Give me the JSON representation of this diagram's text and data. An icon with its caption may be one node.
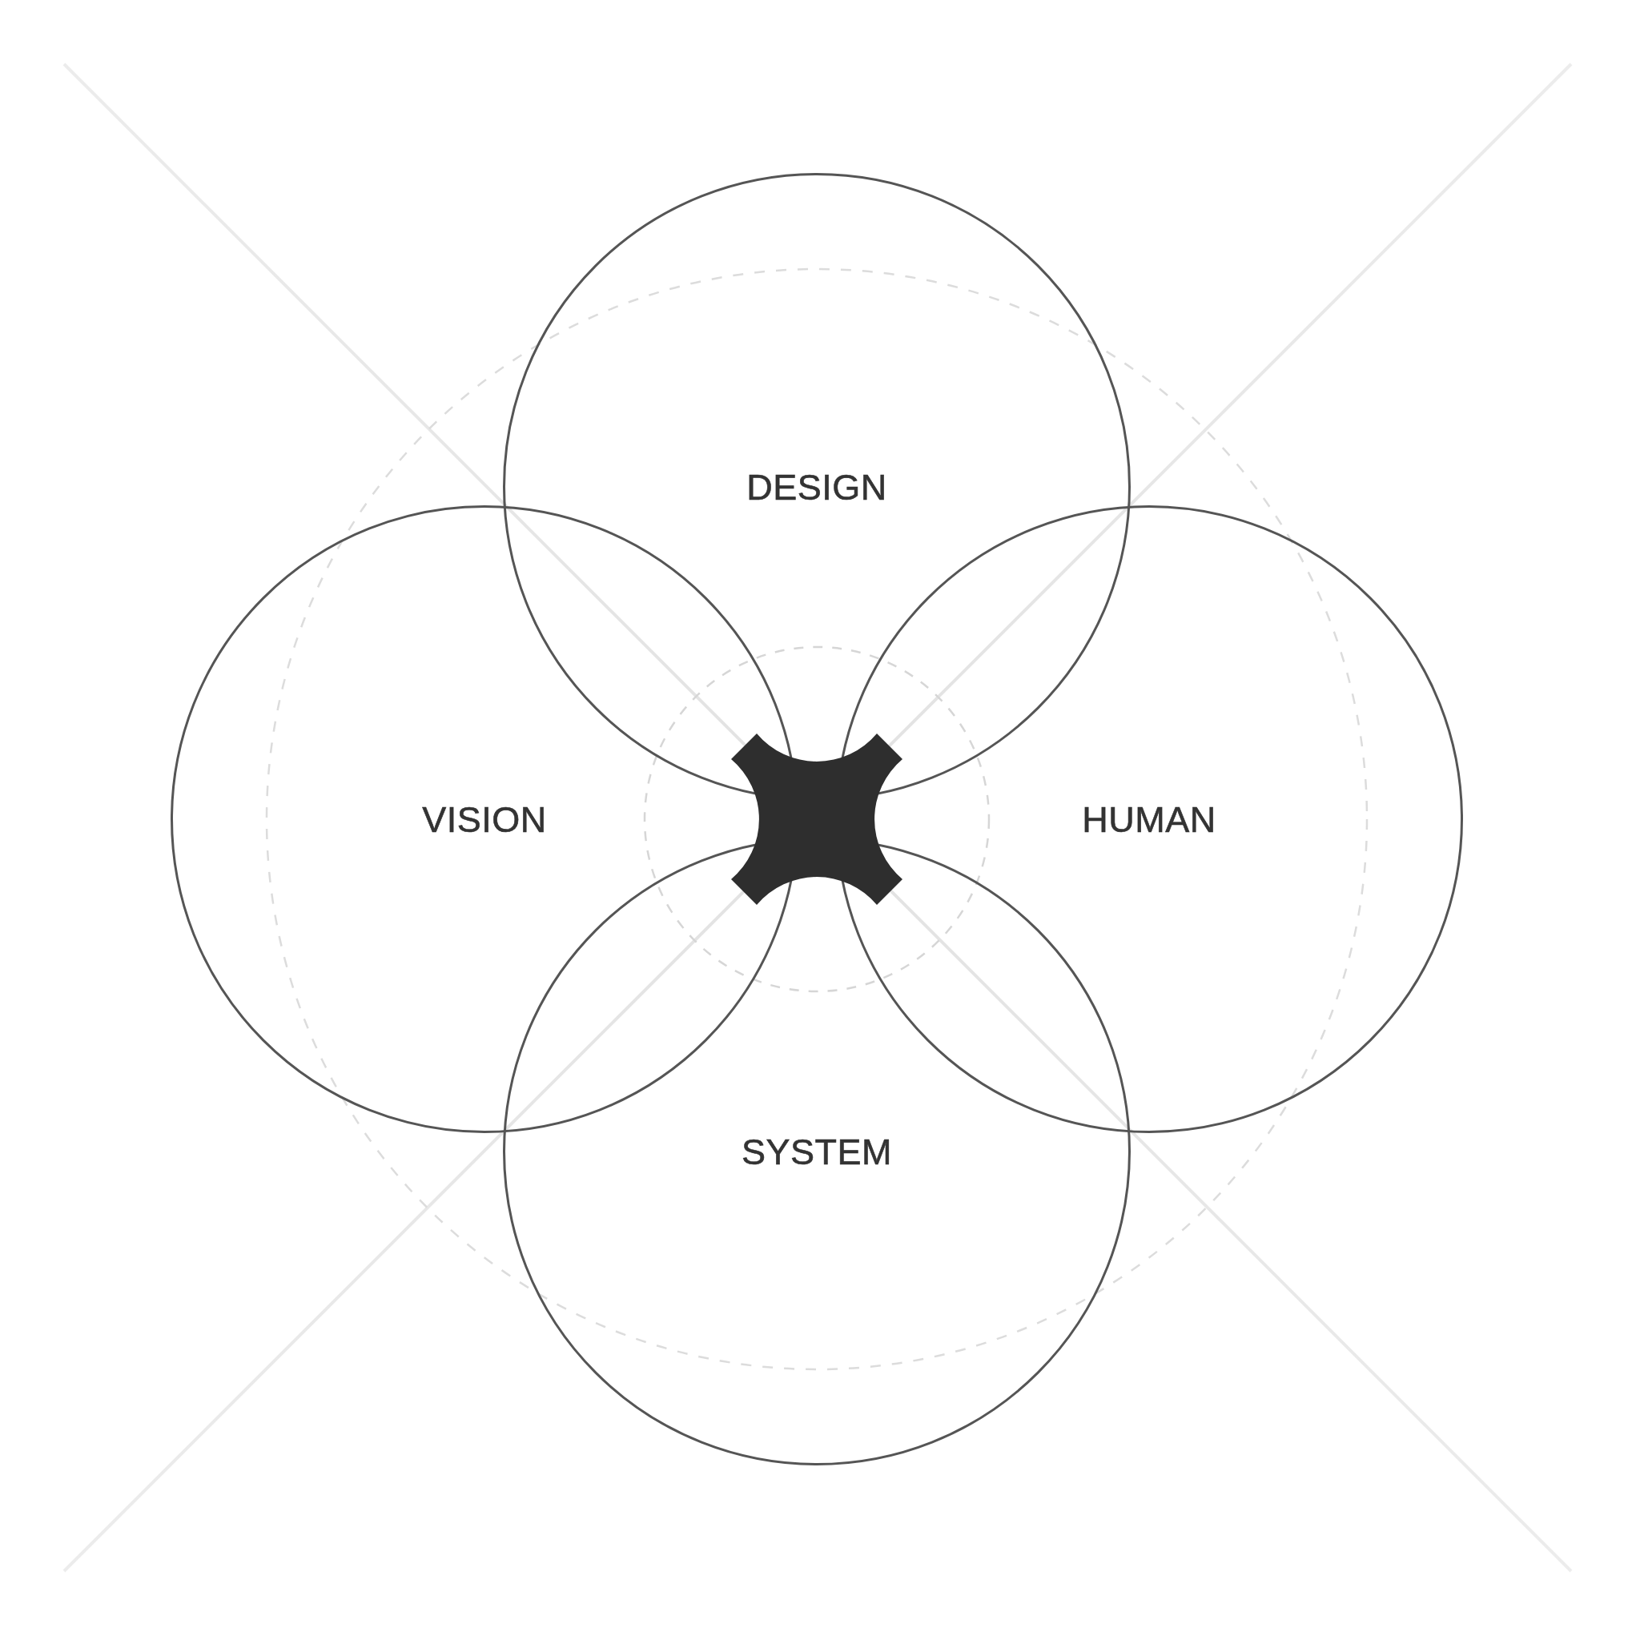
{
  "diagram": {
    "nodes": [
      {
        "text": [
          "DESIGN"
        ]
      },
      {
        "text": [
          "VISION"
        ]
      },
      {
        "text": [
          "HUMAN"
        ]
      },
      {
        "text": [
          "SYSTEM"
        ]
      }
    ]
  }
}
